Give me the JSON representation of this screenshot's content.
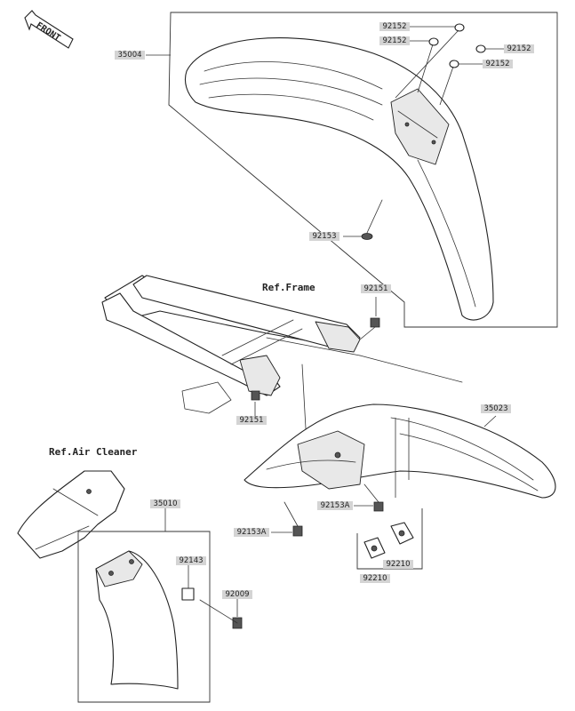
{
  "front_badge": {
    "text": "FRONT"
  },
  "ref_labels": {
    "frame": "Ref.Frame",
    "air_cleaner": "Ref.Air Cleaner"
  },
  "part_numbers": {
    "fender_front": "35004",
    "washer_a": "92152",
    "washer_b": "92152",
    "washer_c": "92152",
    "washer_d": "92152",
    "screw_front": "92153",
    "bolt_frame": "92151",
    "bolt_frame_lower": "92151",
    "fender_rear": "35023",
    "screw_rear_a": "92153A",
    "screw_rear_b": "92153A",
    "nut_right": "92210",
    "nut_left": "92210",
    "flap": "35010",
    "collar": "92143",
    "bolt_flap": "92009"
  }
}
